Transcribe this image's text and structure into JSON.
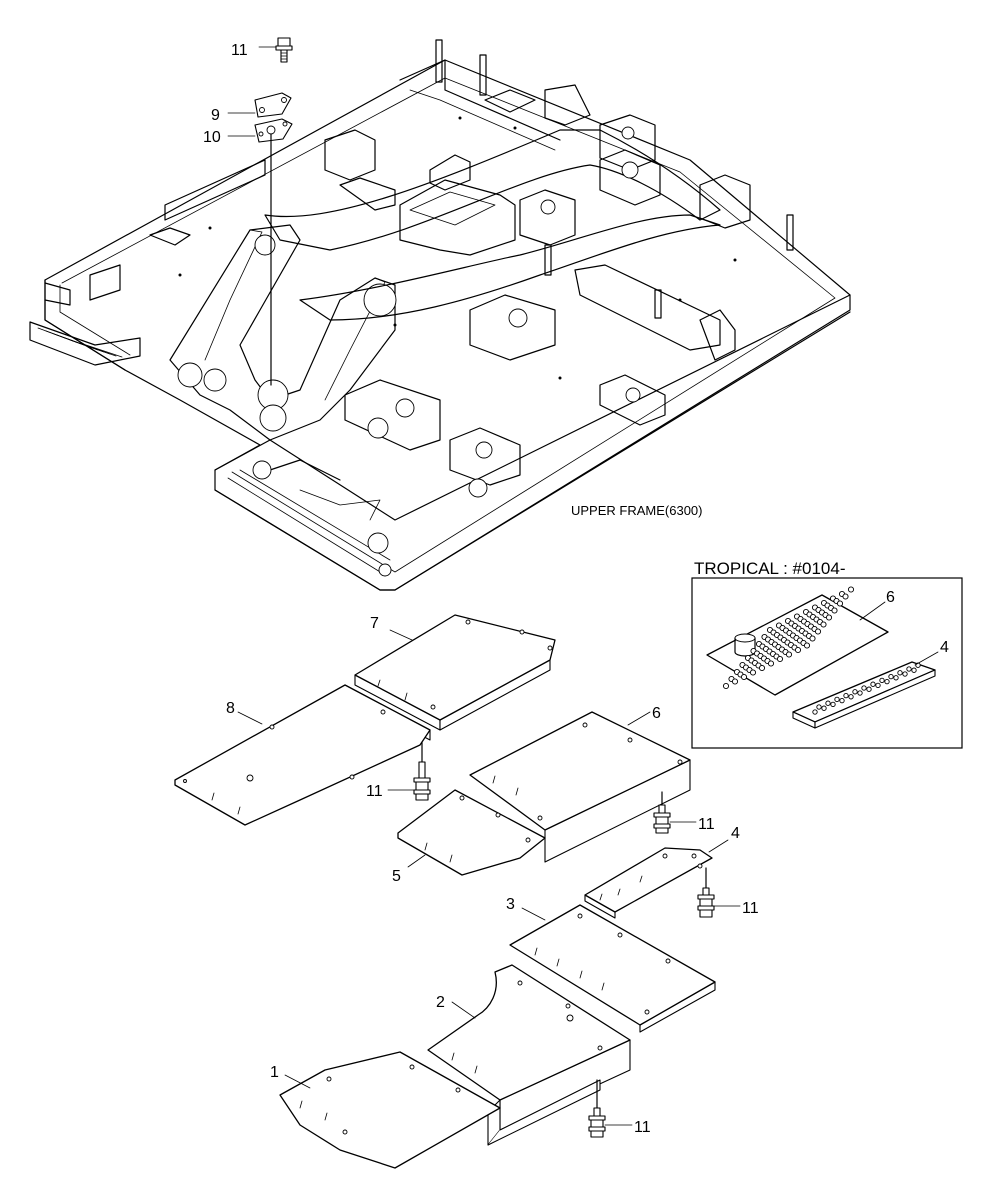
{
  "frame_caption": "UPPER FRAME(6300)",
  "inset": {
    "title": "TROPICAL : #0104-",
    "labels": {
      "cover_6": "6",
      "cover_4": "4"
    }
  },
  "labels": {
    "bolt_top": "11",
    "plate_9": "9",
    "plate_10": "10",
    "cover_7": "7",
    "cover_8": "8",
    "bolt_8": "11",
    "cover_6": "6",
    "bolt_6": "11",
    "cover_5": "5",
    "cover_4": "4",
    "bolt_4": "11",
    "cover_3": "3",
    "cover_2": "2",
    "cover_1": "1",
    "bolt_bottom": "11"
  }
}
